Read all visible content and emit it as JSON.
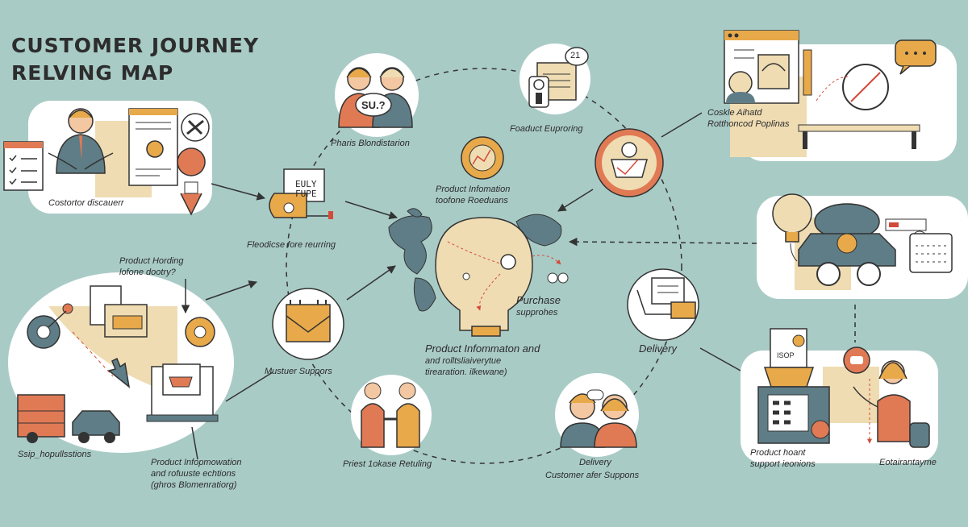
{
  "title": {
    "line1": "CUSTOMER JOURNEY",
    "line2": "RELVING MAP"
  },
  "labels": {
    "customer_discover": "Costortor discauerr",
    "pharis": "Pharis Blondistarion",
    "product_euproring": "Foaduct Euproring",
    "cookie_auto": "Coskle Aihatd",
    "rothoncod": "Rotthoncod Poplinas",
    "product_info_center_1": "Product Infomation",
    "product_info_center_2": "toofone Roeduans",
    "feedback_refurn": "Fleodicse fore reurring",
    "eufy_sign_1": "EULY",
    "eufy_sign_2": "FUPE",
    "product_holding_1": "Product Hording",
    "product_holding_2": "lofone dootry?",
    "purchase_1": "Purchase",
    "purchase_2": "supprohes",
    "delivery_right": "Delivery",
    "musturer_suppors": "Mustuer Suppors",
    "center_bottom_1": "Product Infommaton and",
    "center_bottom_2": "and rolltsliaiverytue",
    "center_bottom_3": "tirearation. ilkewane)",
    "ship_hopulls": "Ssip_hopullsstions",
    "product_improv_1": "Product Infopmowation",
    "product_improv_2": "and rofuuste echtions",
    "product_improv_3": "(ghros Blomenratiorg)",
    "priest_lokase": "Priest 1okase Retuling",
    "delivery_bottom_1": "Delivery",
    "delivery_bottom_2": "Customer afer Suppons",
    "product_support_1": "Product hoant",
    "product_support_2": "support ieonions",
    "eotaiante": "Eotairantayme",
    "speech_bubble": "SU.?",
    "bubble_21": "21",
    "sign_sop": "ISOP"
  },
  "colors": {
    "background": "#a9cbc6",
    "card": "#ffffff",
    "cream": "#efdcb2",
    "accent_orange": "#e07a55",
    "accent_gold": "#e8a94a",
    "slate": "#5f7d86",
    "outline": "#333333"
  },
  "icons": [
    "gear-icon",
    "location-pin-icon",
    "lightbulb-icon",
    "world-map-icon",
    "envelope-icon",
    "shopping-cart-icon",
    "truck-icon",
    "car-icon",
    "speech-bubble-icon",
    "target-icon",
    "calendar-icon",
    "cursor-arrow-icon"
  ]
}
